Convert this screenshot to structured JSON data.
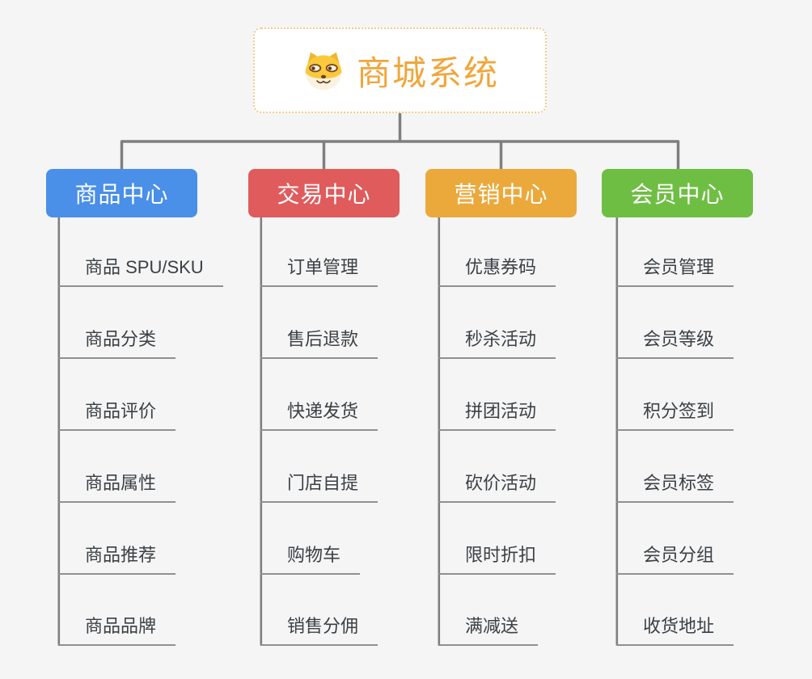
{
  "page": {
    "bg": "#f5f5f5",
    "leaf_text_color": "#3b4045"
  },
  "connectors": {
    "color": "#7f7f7f",
    "underline_color": "#909090"
  },
  "root": {
    "title": "商城系统",
    "icon": "shiba-dog-icon",
    "text_color": "#f0a63b",
    "border_color": "#f4c98c"
  },
  "branches": [
    {
      "label": "商品中心",
      "color": "#4a8fe8",
      "items": [
        "商品 SPU/SKU",
        "商品分类",
        "商品评价",
        "商品属性",
        "商品推荐",
        "商品品牌"
      ]
    },
    {
      "label": "交易中心",
      "color": "#e05b5c",
      "items": [
        "订单管理",
        "售后退款",
        "快递发货",
        "门店自提",
        "购物车",
        "销售分佣"
      ]
    },
    {
      "label": "营销中心",
      "color": "#eba93c",
      "items": [
        "优惠券码",
        "秒杀活动",
        "拼团活动",
        "砍价活动",
        "限时折扣",
        "满减送"
      ]
    },
    {
      "label": "会员中心",
      "color": "#6fbe44",
      "items": [
        "会员管理",
        "会员等级",
        "积分签到",
        "会员标签",
        "会员分组",
        "收货地址"
      ]
    }
  ]
}
